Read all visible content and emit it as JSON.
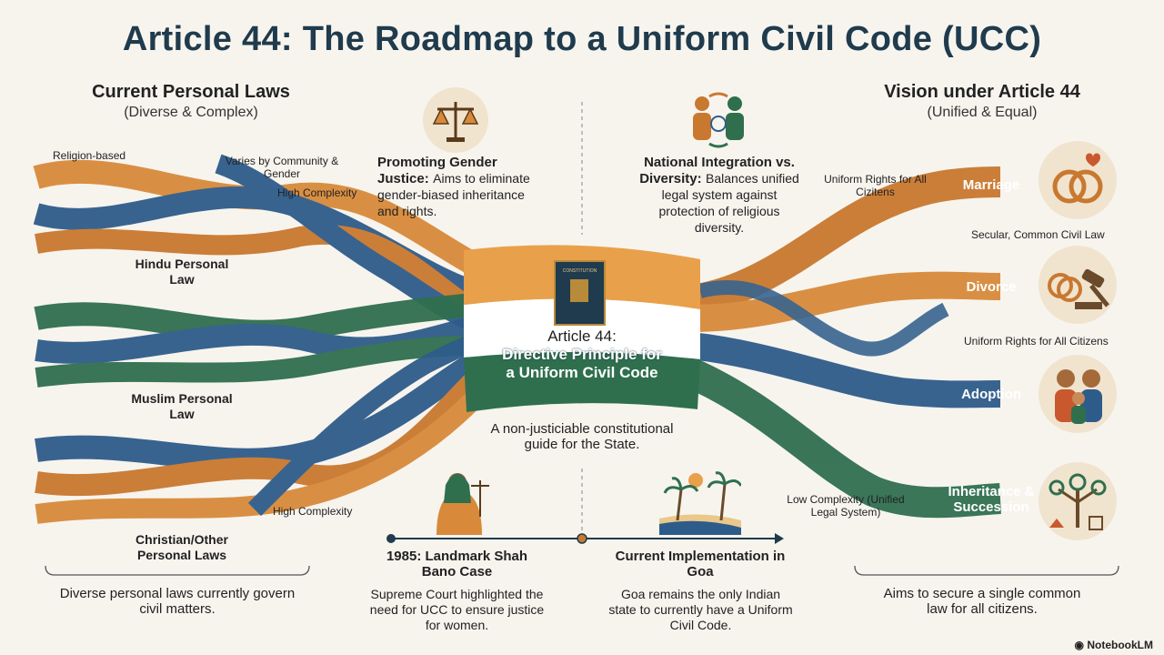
{
  "title": "Article 44: The Roadmap to a Uniform Civil Code (UCC)",
  "left": {
    "heading": "Current Personal Laws",
    "subheading": "(Diverse & Complex)",
    "annotations": {
      "religion_based": "Religion-based",
      "varies": "Varies by Community & Gender",
      "high_complexity_top": "High Complexity",
      "high_complexity_bottom": "High Complexity"
    },
    "laws": [
      {
        "label": "Hindu Personal Law"
      },
      {
        "label": "Muslim Personal Law"
      },
      {
        "label": "Christian/Other Personal Laws"
      }
    ],
    "footer": "Diverse personal laws currently govern civil matters."
  },
  "center": {
    "gender": {
      "title": "Promoting Gender Justice:",
      "text": "Aims to eliminate gender-biased inheritance and rights."
    },
    "national": {
      "title": "National Integration vs. Diversity:",
      "text": "Balances unified legal system against protection of religious diversity."
    },
    "flag": {
      "line1": "Article 44:",
      "line2": "Directive Principle for",
      "line3": "a Uniform Civil Code",
      "book_text": "CONSTITUTION"
    },
    "flag_caption": "A non-justiciable constitutional guide for the State.",
    "timeline": [
      {
        "title": "1985: Landmark Shah Bano Case",
        "text": "Supreme Court highlighted the need for UCC to ensure justice for women."
      },
      {
        "title": "Current Implementation in Goa",
        "text": "Goa remains the only Indian state to currently have a Uniform Civil Code."
      }
    ]
  },
  "right": {
    "heading": "Vision under Article 44",
    "subheading": "(Unified & Equal)",
    "annotations": {
      "uniform_rights_top": "Uniform Rights for All Cizitens",
      "secular": "Secular, Common Civil Law",
      "uniform_rights_mid": "Uniform Rights for All Citizens",
      "low_complexity": "Low Complexity (Unified Legal System)"
    },
    "outcomes": [
      {
        "label": "Marriage",
        "color": "#c9782f"
      },
      {
        "label": "Divorce",
        "color": "#c9782f"
      },
      {
        "label": "Adoption",
        "color": "#2e5c8a"
      },
      {
        "label": "Inheritance & Succession",
        "color": "#2f6f4e"
      }
    ],
    "footer": "Aims to secure a single common law for all citizens."
  },
  "brand": "NotebookLM",
  "colors": {
    "saffron": "#d88a3a",
    "green": "#2f6f4e",
    "blue": "#2e5c8a",
    "title": "#1f3b4d"
  }
}
